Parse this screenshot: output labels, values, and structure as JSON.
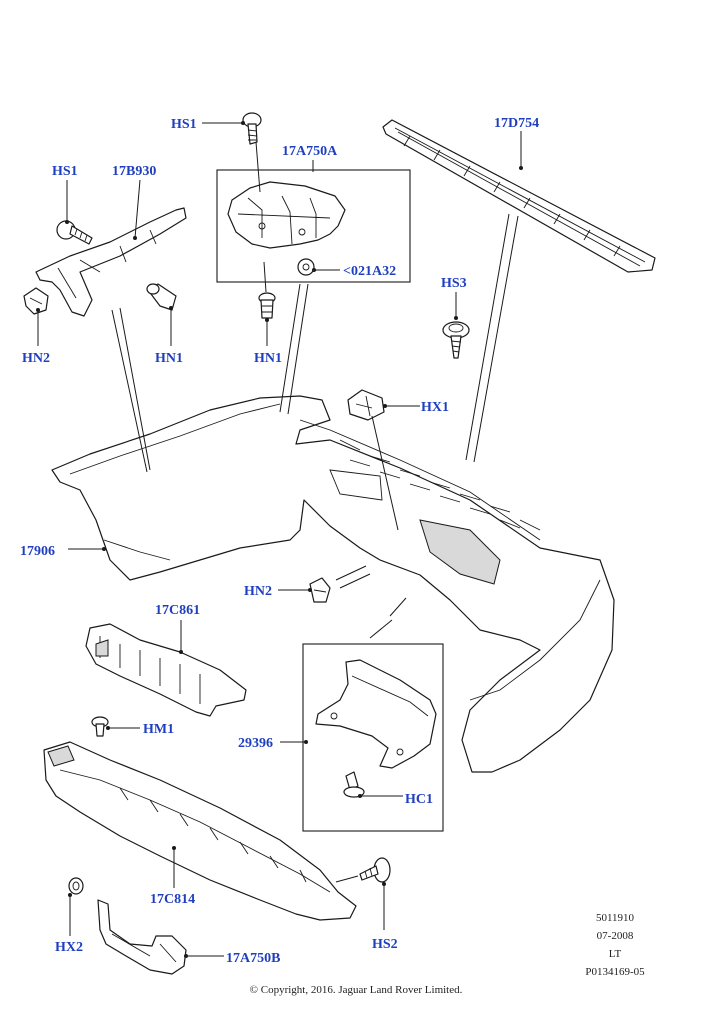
{
  "labels": {
    "hs1_top": "HS1",
    "hs1_left": "HS1",
    "b17b930": "17B930",
    "a17a750a": "17A750A",
    "d17d754": "17D754",
    "a021a32": "<021A32",
    "hs3": "HS3",
    "hn2_left": "HN2",
    "hn1_left": "HN1",
    "hn1_mid": "HN1",
    "hx1": "HX1",
    "p17906": "17906",
    "hn2_mid": "HN2",
    "c17c861": "17C861",
    "hm1": "HM1",
    "p29396": "29396",
    "hc1": "HC1",
    "c17c814": "17C814",
    "hx2": "HX2",
    "a17a750b": "17A750B",
    "hs2": "HS2"
  },
  "meta": {
    "code1": "5011910",
    "date": "07-2008",
    "lt": "LT",
    "ref": "P0134169-05"
  },
  "copyright": "© Copyright, 2016. Jaguar Land Rover Limited.",
  "colors": {
    "label": "#1f3fbf",
    "line": "#1a1a1a"
  }
}
